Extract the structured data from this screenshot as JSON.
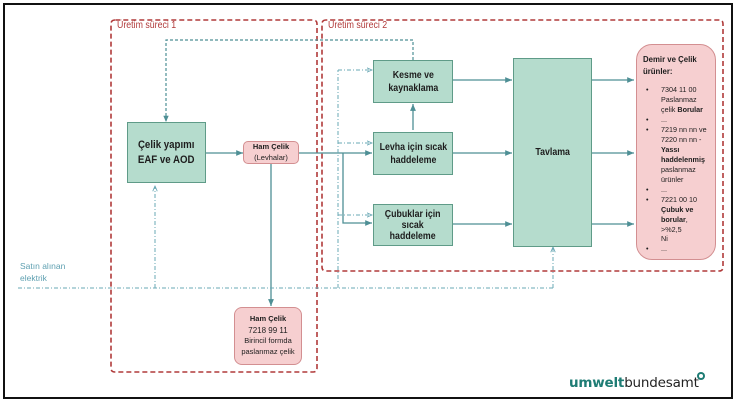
{
  "regions": {
    "process1_label": "Üretim süreci 1",
    "process2_label": "Üretim süreci 2"
  },
  "nodes": {
    "steelmaking": {
      "line1": "Çelik yapımı",
      "line2": "EAF ve AOD"
    },
    "crude_steel_slabs": {
      "line1": "Ham Çelik",
      "line2": "(Levhalar)"
    },
    "cutting_welding": {
      "line1": "Kesme ve",
      "line2": "kaynaklama"
    },
    "hot_rolling_plate": {
      "line1": "Levha için sıcak",
      "line2": "haddeleme"
    },
    "hot_rolling_bars": {
      "line1": "Çubuklar için",
      "line2": "sıcak",
      "line3": "haddeleme"
    },
    "annealing": {
      "label": "Tavlama"
    },
    "crude_steel_product": {
      "title": "Ham Çelik",
      "code": "7218 99 11",
      "line3": "Birincil formda",
      "line4": "paslanmaz çelik"
    },
    "products": {
      "title_line1": "Demir ve Çelik",
      "title_line2": "ürünler:",
      "items": [
        {
          "code": "7304 11 00",
          "text": "Paslanmaz",
          "text2": "çelik",
          "bold": "Borular"
        },
        {
          "text": "..."
        },
        {
          "code": "7219 nn nn ve",
          "code2": "7220 nn nn -",
          "bold": "Yassı",
          "bold2": "haddelenmiş",
          "text": "paslanmaz",
          "text2": "ürünler"
        },
        {
          "text": "..."
        },
        {
          "code": "7221 00 10",
          "bold": "Çubuk ve",
          "bold2": "borular",
          "text": ", >%2,5",
          "text2": "Ni"
        },
        {
          "text": "..."
        }
      ]
    }
  },
  "input": {
    "line1": "Satın alınan",
    "line2": "elektrik"
  },
  "logo": {
    "bold": "umwelt",
    "regular": "bundesamt"
  },
  "colors": {
    "process_box": "#b5dccd",
    "product_box": "#f6cfd0",
    "region_border": "#b03a3a",
    "flow_line": "#4e8f95",
    "electricity_line": "#6aa8b5"
  }
}
